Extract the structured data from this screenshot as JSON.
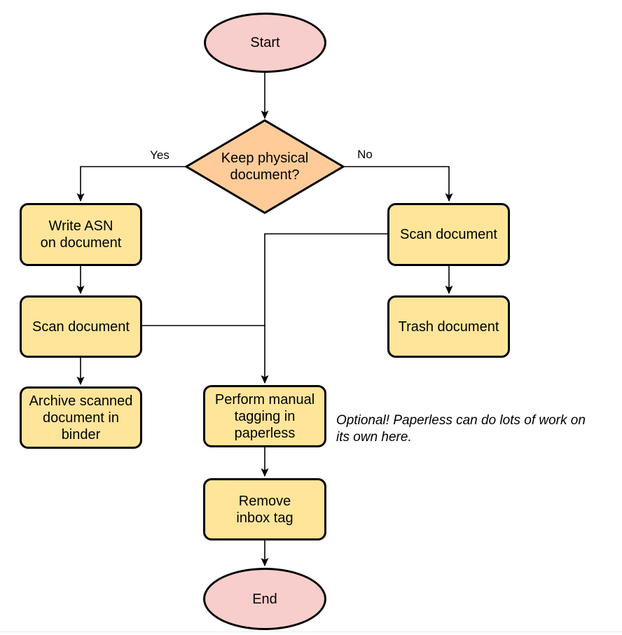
{
  "colors": {
    "canvas_bg": "#ffffff",
    "stroke_color": "#000000",
    "text_color": "#000000",
    "terminal_fill": "#f8cecc",
    "decision_fill": "#ffcc99",
    "process_fill": "#ffe59a",
    "divider_color": "#ececec"
  },
  "nodes": {
    "start": {
      "label": "Start"
    },
    "decision": {
      "label": "Keep physical\ndocument?"
    },
    "write_asn": {
      "label": "Write ASN\non document"
    },
    "scan_left": {
      "label": "Scan document"
    },
    "archive": {
      "label": "Archive scanned\ndocument in\nbinder"
    },
    "scan_right": {
      "label": "Scan document"
    },
    "trash": {
      "label": "Trash document"
    },
    "tagging": {
      "label": "Perform manual\ntagging in\npaperless"
    },
    "remove_inbox": {
      "label": "Remove\ninbox tag"
    },
    "end": {
      "label": "End"
    }
  },
  "edges": {
    "yes_label": "Yes",
    "no_label": "No"
  },
  "note": {
    "text": "Optional! Paperless can do lots of work on\nits own here."
  }
}
